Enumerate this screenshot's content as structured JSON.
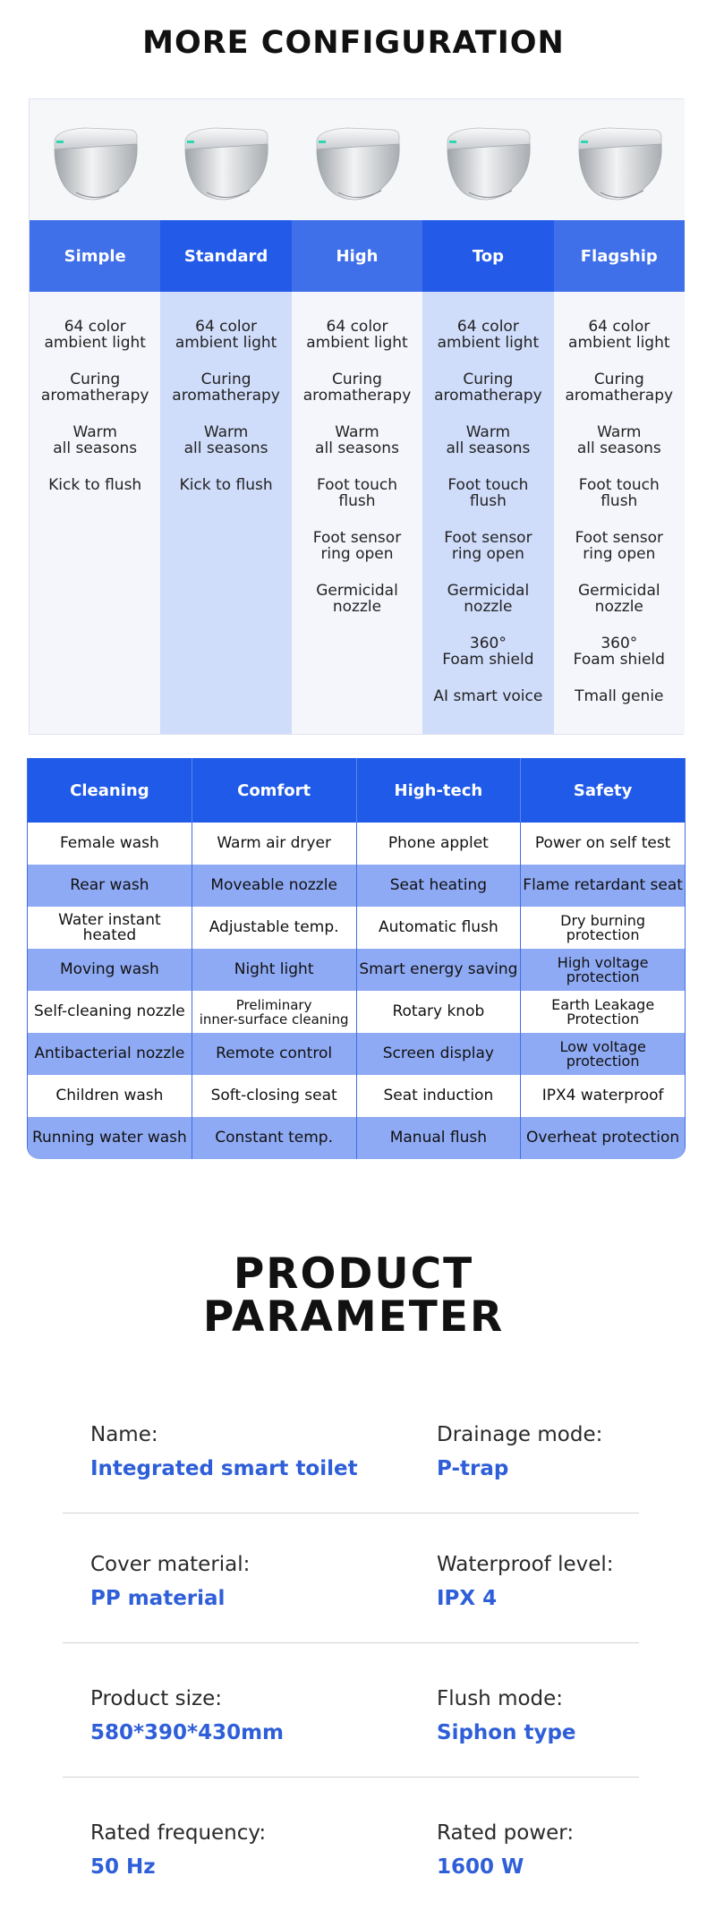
{
  "config_title": "MORE CONFIGURATION",
  "config_columns": [
    {
      "name": "Simple",
      "head_color": "#3f6fe9",
      "body_color": "#f4f6fb",
      "features": [
        "64 color\nambient light",
        "Curing\naromatherapy",
        "Warm\nall seasons",
        "Kick to flush"
      ]
    },
    {
      "name": "Standard",
      "head_color": "#235be8",
      "body_color": "#cfdcfa",
      "features": [
        "64 color\nambient light",
        "Curing\naromatherapy",
        "Warm\nall seasons",
        "Kick to flush"
      ]
    },
    {
      "name": "High",
      "head_color": "#3f6fe9",
      "body_color": "#f4f6fb",
      "features": [
        "64 color\nambient light",
        "Curing\naromatherapy",
        "Warm\nall seasons",
        "Foot touch\nflush",
        "Foot sensor\nring open",
        "Germicidal\nnozzle"
      ]
    },
    {
      "name": "Top",
      "head_color": "#235be8",
      "body_color": "#cfdcfa",
      "features": [
        "64 color\nambient light",
        "Curing\naromatherapy",
        "Warm\nall seasons",
        "Foot touch\nflush",
        "Foot sensor\nring open",
        "Germicidal\nnozzle",
        "360°\nFoam shield",
        "AI smart voice"
      ]
    },
    {
      "name": "Flagship",
      "head_color": "#3f6fe9",
      "body_color": "#f4f6fb",
      "features": [
        "64 color\nambient light",
        "Curing\naromatherapy",
        "Warm\nall seasons",
        "Foot touch\nflush",
        "Foot sensor\nring open",
        "Germicidal\nnozzle",
        "360°\nFoam shield",
        "Tmall genie"
      ]
    }
  ],
  "feature_grid": {
    "headers": [
      "Cleaning",
      "Comfort",
      "High-tech",
      "Safety"
    ],
    "rows": [
      [
        "Female wash",
        "Warm air dryer",
        "Phone applet",
        "Power on self test"
      ],
      [
        "Rear wash",
        "Moveable nozzle",
        "Seat heating",
        "Flame retardant seat"
      ],
      [
        "Water instant heated",
        "Adjustable temp.",
        "Automatic flush",
        "Dry burning\nprotection"
      ],
      [
        "Moving wash",
        "Night light",
        "Smart energy saving",
        "High voltage\nprotection"
      ],
      [
        "Self-cleaning nozzle",
        "Preliminary\ninner-surface cleaning",
        "Rotary knob",
        "Earth Leakage\nProtection"
      ],
      [
        "Antibacterial nozzle",
        "Remote control",
        "Screen display",
        "Low voltage\nprotection"
      ],
      [
        "Children wash",
        "Soft-closing seat",
        "Seat induction",
        "IPX4 waterproof"
      ],
      [
        "Running water wash",
        "Constant temp.",
        "Manual flush",
        "Overheat protection"
      ]
    ]
  },
  "param_title": "PRODUCT\nPARAMETER",
  "parameters": [
    [
      {
        "label": "Name:",
        "value": "Integrated smart toilet"
      },
      {
        "label": "Drainage mode:",
        "value": "P-trap"
      }
    ],
    [
      {
        "label": "Cover material:",
        "value": "PP material"
      },
      {
        "label": "Waterproof level:",
        "value": "IPX 4"
      }
    ],
    [
      {
        "label": "Product size:",
        "value": "580*390*430mm"
      },
      {
        "label": "Flush mode:",
        "value": "Siphon type"
      }
    ],
    [
      {
        "label": "Rated frequency:",
        "value": "50 Hz"
      },
      {
        "label": "Rated power:",
        "value": "1600 W"
      }
    ]
  ],
  "colors": {
    "accent": "#2f5fd8",
    "grid_header": "#1f5ae8",
    "grid_alt_row": "#8faaf4"
  }
}
